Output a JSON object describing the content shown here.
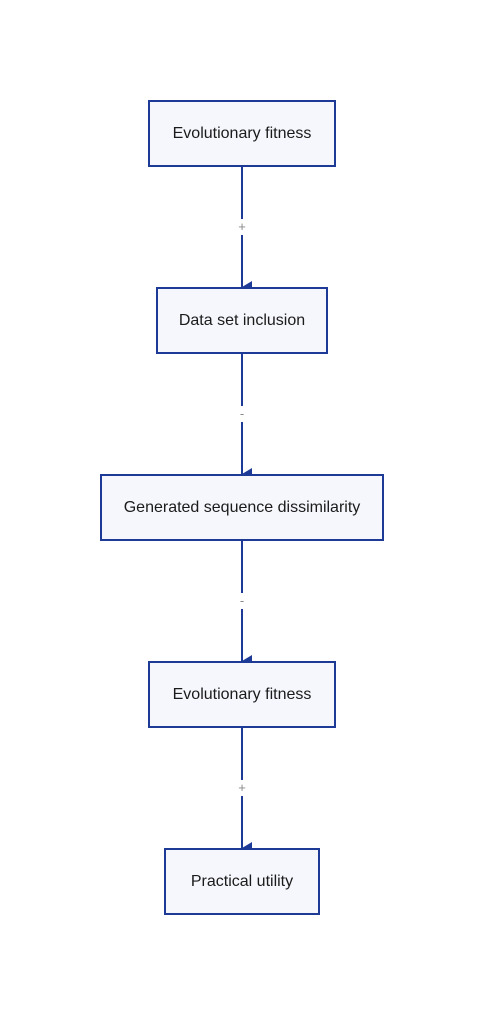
{
  "diagram": {
    "nodes": [
      {
        "id": "n1",
        "label": "Evolutionary fitness"
      },
      {
        "id": "n2",
        "label": "Data set inclusion"
      },
      {
        "id": "n3",
        "label": "Generated sequence dissimilarity"
      },
      {
        "id": "n4",
        "label": "Evolutionary fitness"
      },
      {
        "id": "n5",
        "label": "Practical utility"
      }
    ],
    "edges": [
      {
        "from": "n1",
        "to": "n2",
        "label": "+"
      },
      {
        "from": "n2",
        "to": "n3",
        "label": "-"
      },
      {
        "from": "n3",
        "to": "n4",
        "label": "-"
      },
      {
        "from": "n4",
        "to": "n5",
        "label": "+"
      }
    ],
    "colors": {
      "node_border": "#1d3a97",
      "node_fill": "#f6f7fc",
      "edge": "#1d3a97",
      "edge_label": "#888888"
    }
  }
}
